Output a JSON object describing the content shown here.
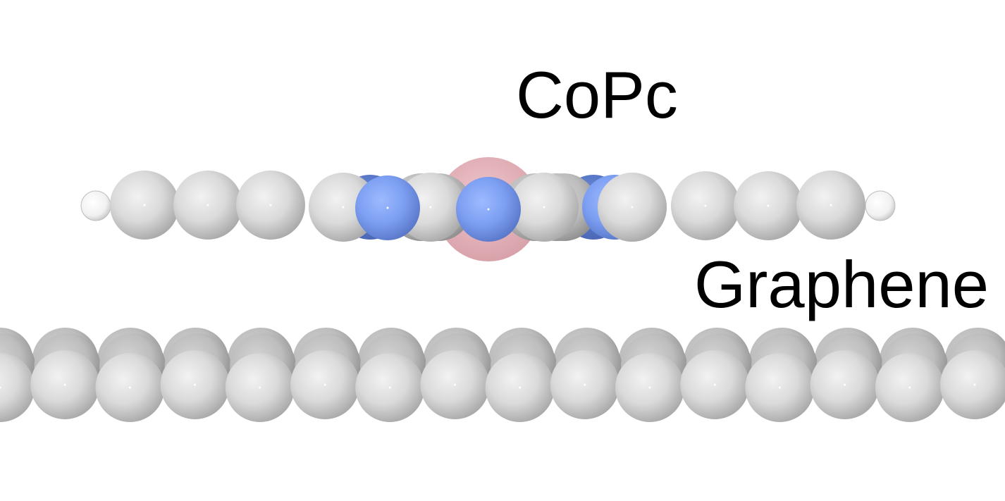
{
  "labels": {
    "molecule": "CoPc",
    "substrate": "Graphene"
  },
  "colors": {
    "background": "#ffffff",
    "carbon": "#d9d9d9",
    "nitrogen": "#7ea2f5",
    "hydrogen": "#f4f4f4",
    "cobalt_halo": "#e8b3bb",
    "text": "#000000"
  },
  "atoms": {
    "molecule_row": [
      "H",
      "C",
      "C",
      "C",
      "C",
      "N",
      "C",
      "Co",
      "C",
      "N",
      "C",
      "C",
      "C",
      "C",
      "H"
    ],
    "substrate_element": "C"
  }
}
